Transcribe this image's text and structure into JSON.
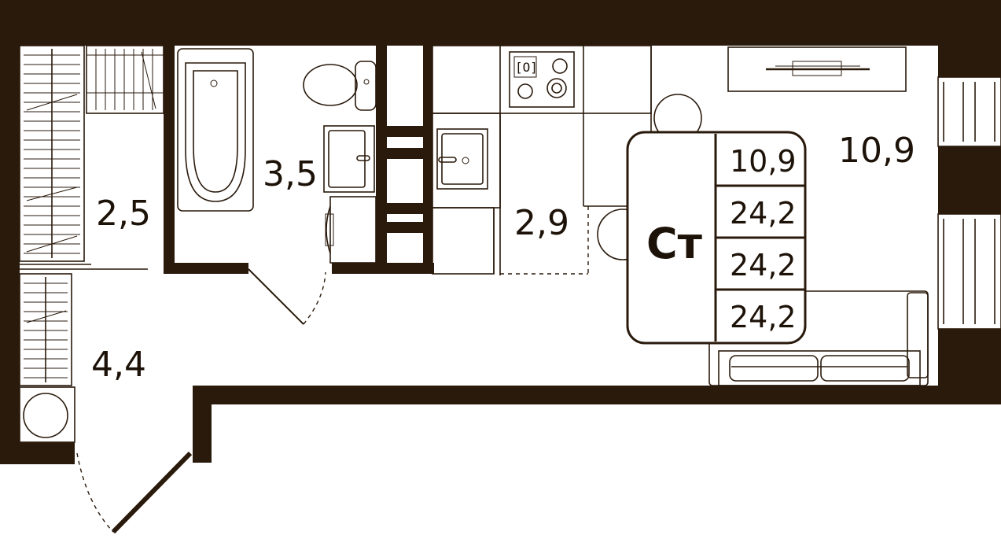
{
  "plan": {
    "unit_type": "Ст",
    "room_areas": {
      "wardrobe": "2,5",
      "bathroom": "3,5",
      "kitchen": "2,9",
      "living_room": "10,9",
      "hallway": "4,4"
    },
    "summary_areas": [
      "10,9",
      "24,2",
      "24,2",
      "24,2"
    ]
  },
  "colors": {
    "wall": "#2a1a0c",
    "background": "#ffffff"
  }
}
